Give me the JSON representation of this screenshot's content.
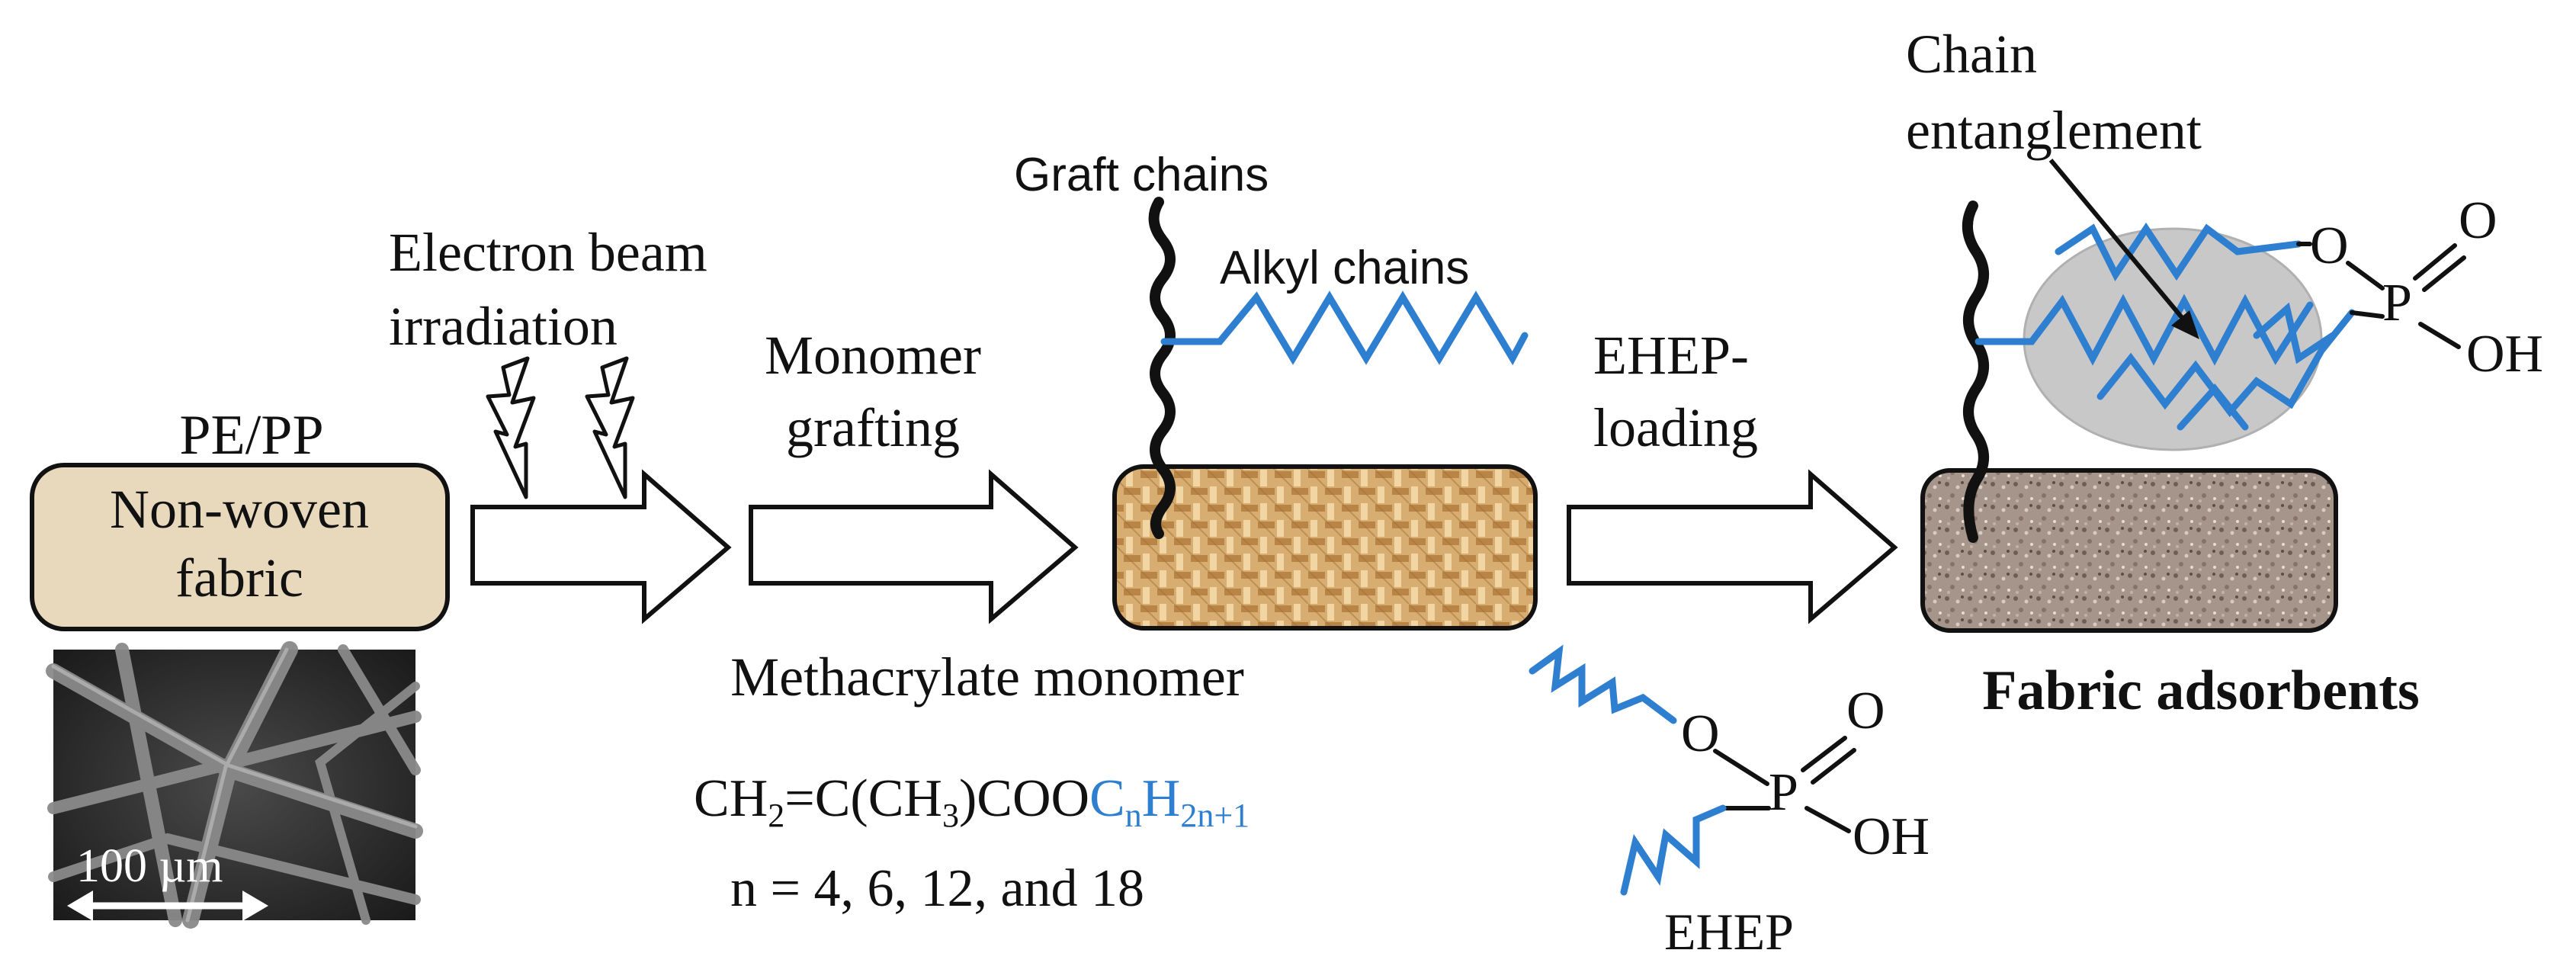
{
  "labels": {
    "material_top": "PE/PP",
    "fabric_line1": "Non-woven",
    "fabric_line2": "fabric",
    "scale_bar": "100 µm",
    "irradiation_line1": "Electron beam",
    "irradiation_line2": "irradiation",
    "grafting_line1": "Monomer",
    "grafting_line2": "grafting",
    "graft_chains": "Graft chains",
    "alkyl_chains": "Alkyl chains",
    "monomer_title": "Methacrylate monomer",
    "loading_line1": "EHEP-",
    "loading_line2": "loading",
    "entangle_line1": "Chain",
    "entangle_line2": "entanglement",
    "ehep": "EHEP",
    "result": "Fabric adsorbents"
  },
  "formula": {
    "part1": "CH",
    "sub1": "2",
    "part2": "=C(CH",
    "sub2": "3",
    "part3": ")COO",
    "part4": "C",
    "sub3": "n",
    "part5": "H",
    "sub4": "2n+1",
    "n_values": "n = 4, 6, 12, and 18"
  },
  "chem": {
    "O": "O",
    "P": "P",
    "OH": "OH"
  },
  "colors": {
    "alkyl_blue": "#2f7fd0",
    "fabric_beige": "#e8d9bd",
    "fabric_woven": "#c9995c",
    "fabric_speckled": "#a89484",
    "entangle_grey": "#c8c8c8"
  }
}
